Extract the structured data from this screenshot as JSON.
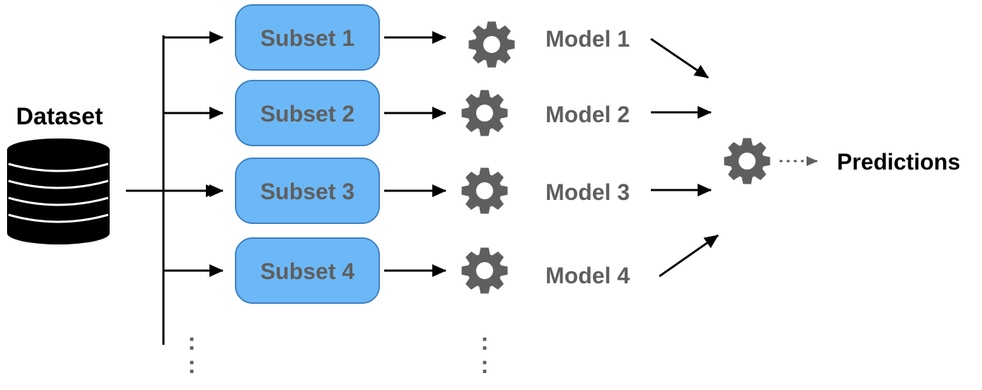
{
  "dataset": {
    "label": "Dataset",
    "icon": "database-icon"
  },
  "subsets": [
    {
      "label": "Subset 1"
    },
    {
      "label": "Subset 2"
    },
    {
      "label": "Subset 3"
    },
    {
      "label": "Subset 4"
    }
  ],
  "models": [
    {
      "label": "Model 1",
      "icon": "gear-icon"
    },
    {
      "label": "Model 2",
      "icon": "gear-icon"
    },
    {
      "label": "Model 3",
      "icon": "gear-icon"
    },
    {
      "label": "Model 4",
      "icon": "gear-icon"
    }
  ],
  "aggregator": {
    "icon": "gear-icon"
  },
  "output": {
    "label": "Predictions"
  },
  "continuation": {
    "symbol": ":"
  },
  "colors": {
    "subset_fill": "#6cb8f6",
    "subset_stroke": "#3d7fc2",
    "gear": "#5f5f5f",
    "label_text": "#5f5f5f",
    "line": "#000000"
  }
}
